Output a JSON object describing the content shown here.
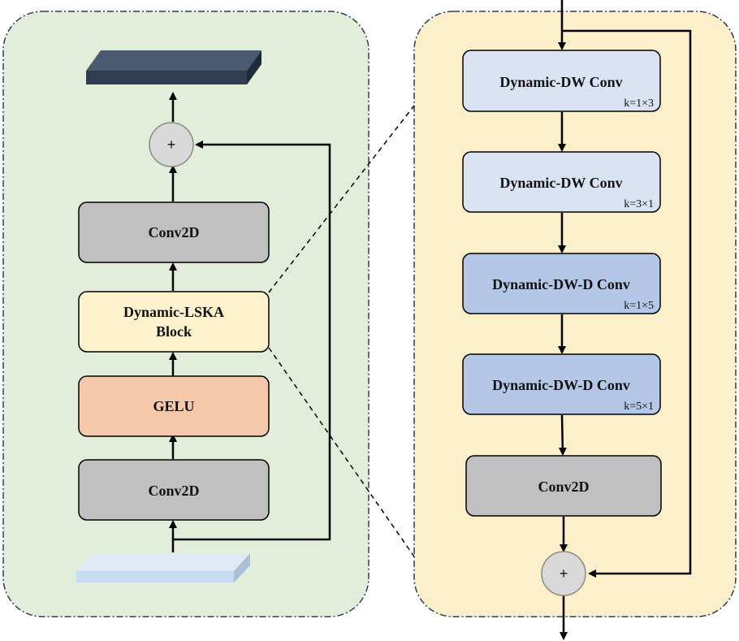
{
  "colors": {
    "left_panel_fill": "#e2eed9",
    "right_panel_fill": "#fdefc9",
    "panel_border": "#2d3e55",
    "conv2d_fill": "#c0c0c0",
    "lska_fill": "#fff2cc",
    "gelu_fill": "#f6c8aa",
    "dw_conv_fill": "#dae3f3",
    "dwd_conv_fill": "#b4c7e7",
    "plus_fill": "#d9d9d9",
    "output_tensor": "#2f3d52",
    "input_tensor": "#c9ddf0"
  },
  "left_panel": {
    "conv2d_top": "Conv2D",
    "lska_block_line1": "Dynamic-LSKA",
    "lska_block_line2": "Block",
    "gelu": "GELU",
    "conv2d_bottom": "Conv2D",
    "add": "+"
  },
  "right_panel": {
    "blocks": [
      {
        "label": "Dynamic-DW Conv",
        "kernel": "k=1×3"
      },
      {
        "label": "Dynamic-DW Conv",
        "kernel": "k=3×1"
      },
      {
        "label": "Dynamic-DW-D Conv",
        "kernel": "k=1×5"
      },
      {
        "label": "Dynamic-DW-D Conv",
        "kernel": "k=5×1"
      }
    ],
    "conv2d": "Conv2D",
    "add": "+"
  }
}
